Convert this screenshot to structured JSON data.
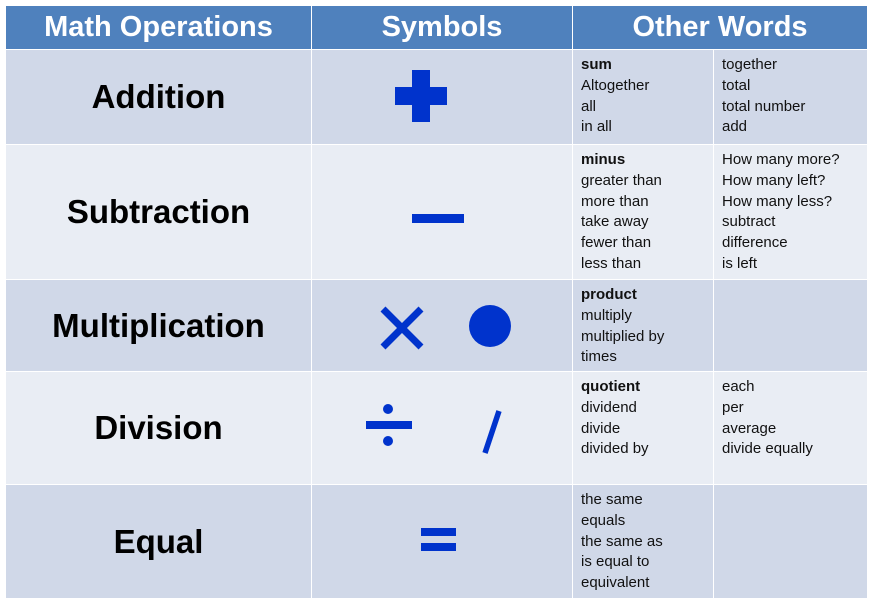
{
  "header": {
    "col1": "Math Operations",
    "col2": "Symbols",
    "col3": "Other Words"
  },
  "colors": {
    "header_bg": "#4f81bd",
    "row_dark": "#d0d8e8",
    "row_light": "#e9edf4",
    "symbol": "#0033cc"
  },
  "rows": [
    {
      "operation": "Addition",
      "symbols": [
        "plus-icon"
      ],
      "words_left": [
        "sum",
        "Altogether",
        "all",
        "in all"
      ],
      "words_right": [
        "together",
        "total",
        "total number",
        "add"
      ]
    },
    {
      "operation": "Subtraction",
      "symbols": [
        "minus-icon"
      ],
      "words_left": [
        "minus",
        "greater than",
        "more than",
        "take away",
        "fewer than",
        "less than"
      ],
      "words_right": [
        "How many more?",
        "How many left?",
        "How many less?",
        "subtract",
        "difference",
        "is left"
      ]
    },
    {
      "operation": "Multiplication",
      "symbols": [
        "times-icon",
        "dot-icon"
      ],
      "words_left": [
        "product",
        "multiply",
        "multiplied by",
        "times"
      ],
      "words_right": []
    },
    {
      "operation": "Division",
      "symbols": [
        "divide-icon",
        "slash-icon"
      ],
      "words_left": [
        "quotient",
        "dividend",
        "divide",
        "divided by"
      ],
      "words_right": [
        "each",
        "per",
        "average",
        "divide equally"
      ]
    },
    {
      "operation": "Equal",
      "symbols": [
        "equals-icon"
      ],
      "words_left": [
        "the same",
        "equals",
        "the same as",
        "is equal to",
        "equivalent"
      ],
      "words_right": []
    }
  ]
}
